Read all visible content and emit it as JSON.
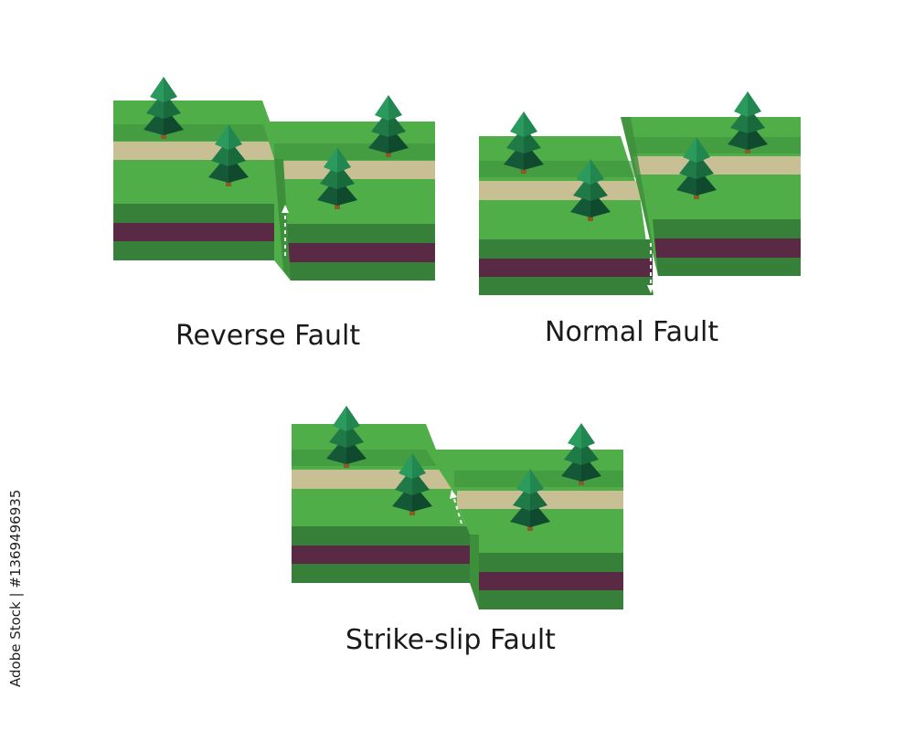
{
  "diagrams": [
    {
      "id": "reverse",
      "label": "Reverse Fault"
    },
    {
      "id": "normal",
      "label": "Normal Fault"
    },
    {
      "id": "strike",
      "label": "Strike-slip Fault"
    }
  ],
  "watermark": {
    "vertical_text": "Adobe Stock | #1369496935"
  },
  "colors": {
    "grass": "#4fae47",
    "top_band": "#3e8f3c",
    "dark_green": "#37803a",
    "purple_layer": "#5a2a44",
    "path": "#c9bf95",
    "tree_light": "#2a9a5d",
    "tree_mid": "#1f7a47",
    "tree_dark": "#145837",
    "trunk": "#8b5a2b"
  }
}
